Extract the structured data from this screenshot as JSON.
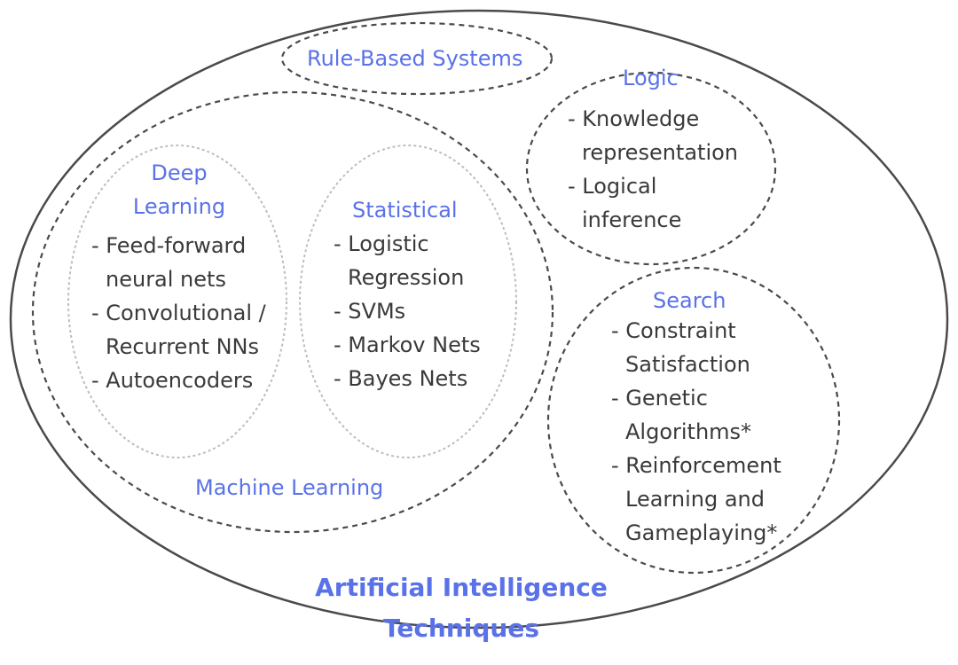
{
  "title": "Artificial Intelligence Techniques",
  "colors": {
    "label": "#5a72e8",
    "text": "#3a3a3a",
    "outer_border": "#4a4a4a",
    "dashed_border": "#4a4a4a",
    "dotted_border": "#bdbdbd"
  },
  "regions": {
    "rule_based": {
      "label": "Rule-Based Systems"
    },
    "logic": {
      "label": "Logic",
      "items": [
        "- Knowledge",
        "representation",
        "- Logical",
        "inference"
      ]
    },
    "search": {
      "label": "Search",
      "items": [
        "- Constraint",
        "Satisfaction",
        "- Genetic",
        "Algorithms*",
        "- Reinforcement",
        "Learning and",
        "Gameplaying*"
      ]
    },
    "machine_learning": {
      "label": "Machine Learning"
    },
    "deep_learning": {
      "label_line1": "Deep",
      "label_line2": "Learning",
      "items": [
        "- Feed-forward",
        "neural nets",
        "- Convolutional /",
        "Recurrent NNs",
        "- Autoencoders"
      ]
    },
    "statistical": {
      "label": "Statistical",
      "items": [
        "- Logistic",
        "Regression",
        "- SVMs",
        "- Markov Nets",
        "- Bayes Nets"
      ]
    }
  }
}
